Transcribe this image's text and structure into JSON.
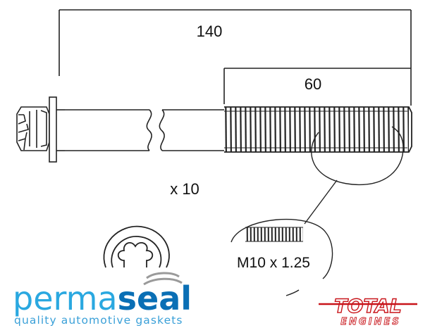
{
  "diagram": {
    "overall_length_label": "140",
    "thread_length_label": "60",
    "quantity_label": "x 10",
    "thread_spec_label": "M10 x 1.25"
  },
  "brand": {
    "name_light": "perma",
    "name_bold": "seal",
    "tagline": "quality automotive gaskets",
    "color_light": "#2aa8e0",
    "color_bold": "#0a6fb5",
    "tagline_color": "#3aa0d8",
    "swoosh_color": "#9a9a9a"
  },
  "partner": {
    "name_top": "TOTAL",
    "name_bottom": "ENGINES",
    "color": "#c8141a"
  }
}
